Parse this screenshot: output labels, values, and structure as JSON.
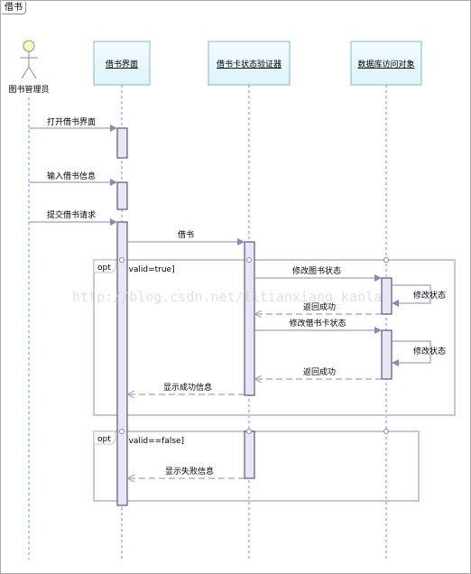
{
  "diagram": {
    "title": "借书",
    "actor": {
      "name": "图书管理员"
    },
    "lifelines": [
      {
        "id": "ui",
        "label": "借书界面"
      },
      {
        "id": "validator",
        "label": "借书卡状态验证器"
      },
      {
        "id": "dao",
        "label": "数据库访问对象"
      }
    ],
    "messages": [
      {
        "id": "m1",
        "label": "打开借书界面",
        "kind": "sync"
      },
      {
        "id": "m2",
        "label": "输入借书信息",
        "kind": "sync"
      },
      {
        "id": "m3",
        "label": "提交借书请求",
        "kind": "sync"
      },
      {
        "id": "m4",
        "label": "借书",
        "kind": "sync"
      },
      {
        "id": "m5",
        "label": "修改图书状态",
        "kind": "sync"
      },
      {
        "id": "m6",
        "label": "修改状态",
        "kind": "self"
      },
      {
        "id": "m7",
        "label": "返回成功",
        "kind": "return"
      },
      {
        "id": "m8",
        "label": "修改借书卡状态",
        "kind": "sync"
      },
      {
        "id": "m9",
        "label": "修改状态",
        "kind": "self"
      },
      {
        "id": "m10",
        "label": "返回成功",
        "kind": "return"
      },
      {
        "id": "m11",
        "label": "显示成功信息",
        "kind": "return"
      },
      {
        "id": "m12",
        "label": "显示失败信息",
        "kind": "return"
      }
    ],
    "fragments": [
      {
        "id": "f1",
        "operator": "opt",
        "guard": "[valid=true]"
      },
      {
        "id": "f2",
        "operator": "opt",
        "guard": "[valid==false]"
      }
    ],
    "watermark": "http://blog.csdn.net/litianxiang_kaola"
  }
}
